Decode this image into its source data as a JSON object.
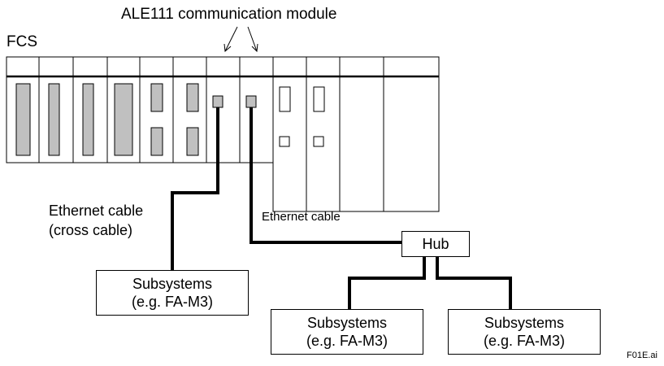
{
  "labels": {
    "module_title": "ALE111 communication module",
    "fcs": "FCS",
    "ethernet_left_line1": "Ethernet cable",
    "ethernet_left_line2": "(cross cable)",
    "ethernet_right": "Ethernet cable",
    "hub": "Hub",
    "figure_id": "F01E.ai"
  },
  "subsystems": [
    {
      "line1": "Subsystems",
      "line2": "(e.g. FA-M3)"
    },
    {
      "line1": "Subsystems",
      "line2": "(e.g. FA-M3)"
    },
    {
      "line1": "Subsystems",
      "line2": "(e.g. FA-M3)"
    }
  ],
  "colors": {
    "slot_fill": "#c0c0c0",
    "line": "#000000"
  }
}
